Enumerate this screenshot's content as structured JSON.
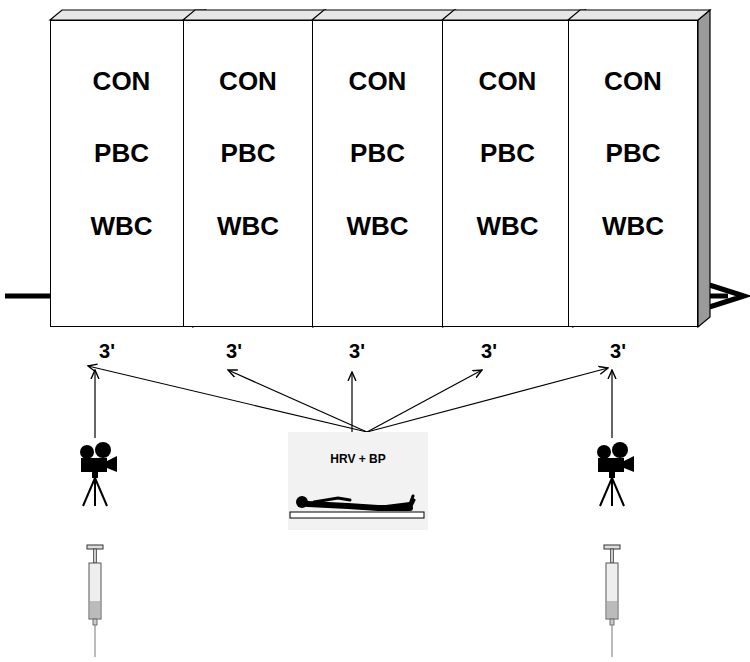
{
  "diagram": {
    "nodes": [
      {
        "text": [
          "CON",
          "PBC",
          "WBC"
        ]
      },
      {
        "text": [
          "CON",
          "PBC",
          "WBC"
        ]
      },
      {
        "text": [
          "CON",
          "PBC",
          "WBC"
        ]
      },
      {
        "text": [
          "CON",
          "PBC",
          "WBC"
        ]
      },
      {
        "text": [
          "CON",
          "PBC",
          "WBC"
        ]
      },
      {
        "text": [
          "HRV + BP"
        ]
      }
    ],
    "labels": [
      "3'",
      "3'",
      "3'",
      "3'",
      "3'"
    ]
  }
}
